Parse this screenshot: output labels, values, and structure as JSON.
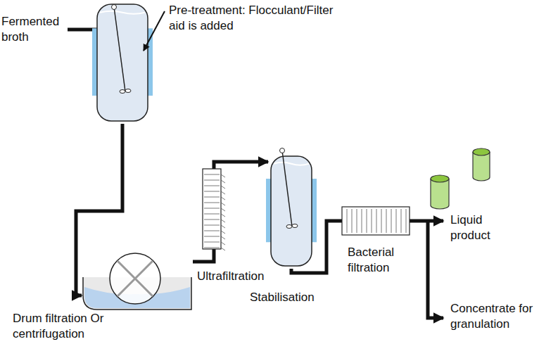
{
  "diagram": {
    "nodes": [
      {
        "text": [
          "Pre-treatment: Flocculant/Filter aid is added"
        ]
      },
      {
        "text": [
          "Drum filtration Or centrifugation"
        ]
      },
      {
        "text": [
          "Ultrafiltration"
        ]
      },
      {
        "text": [
          "Stabilisation"
        ]
      },
      {
        "text": [
          "Bacterial filtration"
        ]
      }
    ],
    "edges": [
      {
        "from": 0,
        "to": 1,
        "arrow": "to"
      },
      {
        "from": 1,
        "to": 2,
        "arrow": "none"
      },
      {
        "from": 2,
        "to": 3,
        "arrow": "to"
      },
      {
        "from": 3,
        "to": 4,
        "arrow": "none"
      }
    ],
    "labels": [
      "Fermented broth",
      "Liquid product",
      "Concentrate for granulation"
    ]
  }
}
